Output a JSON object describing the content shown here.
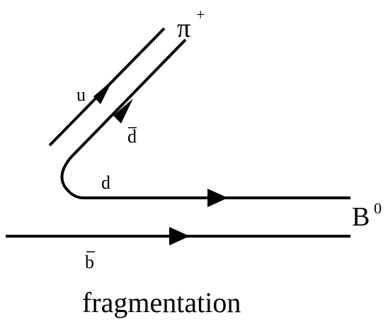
{
  "diagram": {
    "labels": {
      "pion": "π",
      "pion_charge": "+",
      "b_meson": "B",
      "b_meson_charge": "0",
      "u_quark": "u",
      "d_antiquark": "d",
      "d_quark": "d",
      "b_antiquark": "b"
    },
    "caption": "fragmentation",
    "colors": {
      "line": "#000000",
      "background": "#ffffff"
    }
  }
}
